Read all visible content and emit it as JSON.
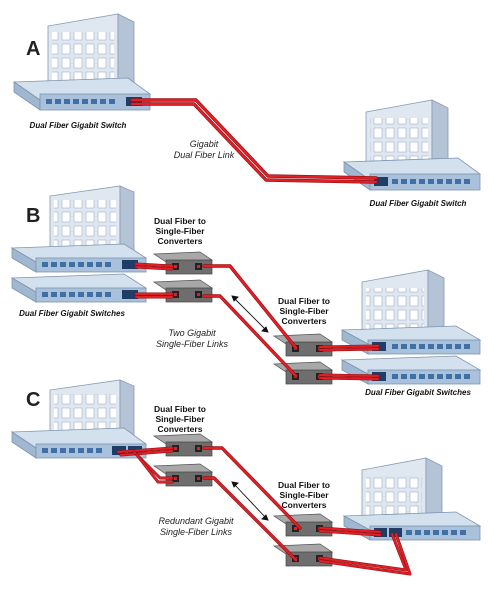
{
  "colors": {
    "building_front": "#dfe7f1",
    "building_side": "#b5c3d6",
    "building_window": "#ffffff",
    "switch_body": "#a9c1da",
    "switch_top": "#d3e1ef",
    "port": "#3f6fa3",
    "port_highlight": "#1f3d66",
    "converter_body": "#6e6e6e",
    "converter_top": "#a8a8a8",
    "fiber": "#e31f26",
    "fiber_edge": "#8b0f12",
    "text": "#111111"
  },
  "sections": {
    "a": {
      "letter": "A",
      "left_switch_label": "Dual Fiber Gigabit Switch",
      "right_switch_label": "Dual Fiber Gigabit Switch",
      "link_label_line1": "Gigabit",
      "link_label_line2": "Dual Fiber Link"
    },
    "b": {
      "letter": "B",
      "left_switches_label": "Dual Fiber Gigabit Switches",
      "right_switches_label": "Dual Fiber Gigabit Switches",
      "left_converters_label": [
        "Dual Fiber to",
        "Single-Fiber",
        "Converters"
      ],
      "right_converters_label": [
        "Dual Fiber to",
        "Single-Fiber",
        "Converters"
      ],
      "link_label_line1": "Two Gigabit",
      "link_label_line2": "Single-Fiber Links"
    },
    "c": {
      "letter": "C",
      "left_converters_label": [
        "Dual Fiber to",
        "Single-Fiber",
        "Converters"
      ],
      "right_converters_label": [
        "Dual Fiber to",
        "Single-Fiber",
        "Converters"
      ],
      "link_label_line1": "Redundant Gigabit",
      "link_label_line2": "Single-Fiber Links"
    }
  }
}
